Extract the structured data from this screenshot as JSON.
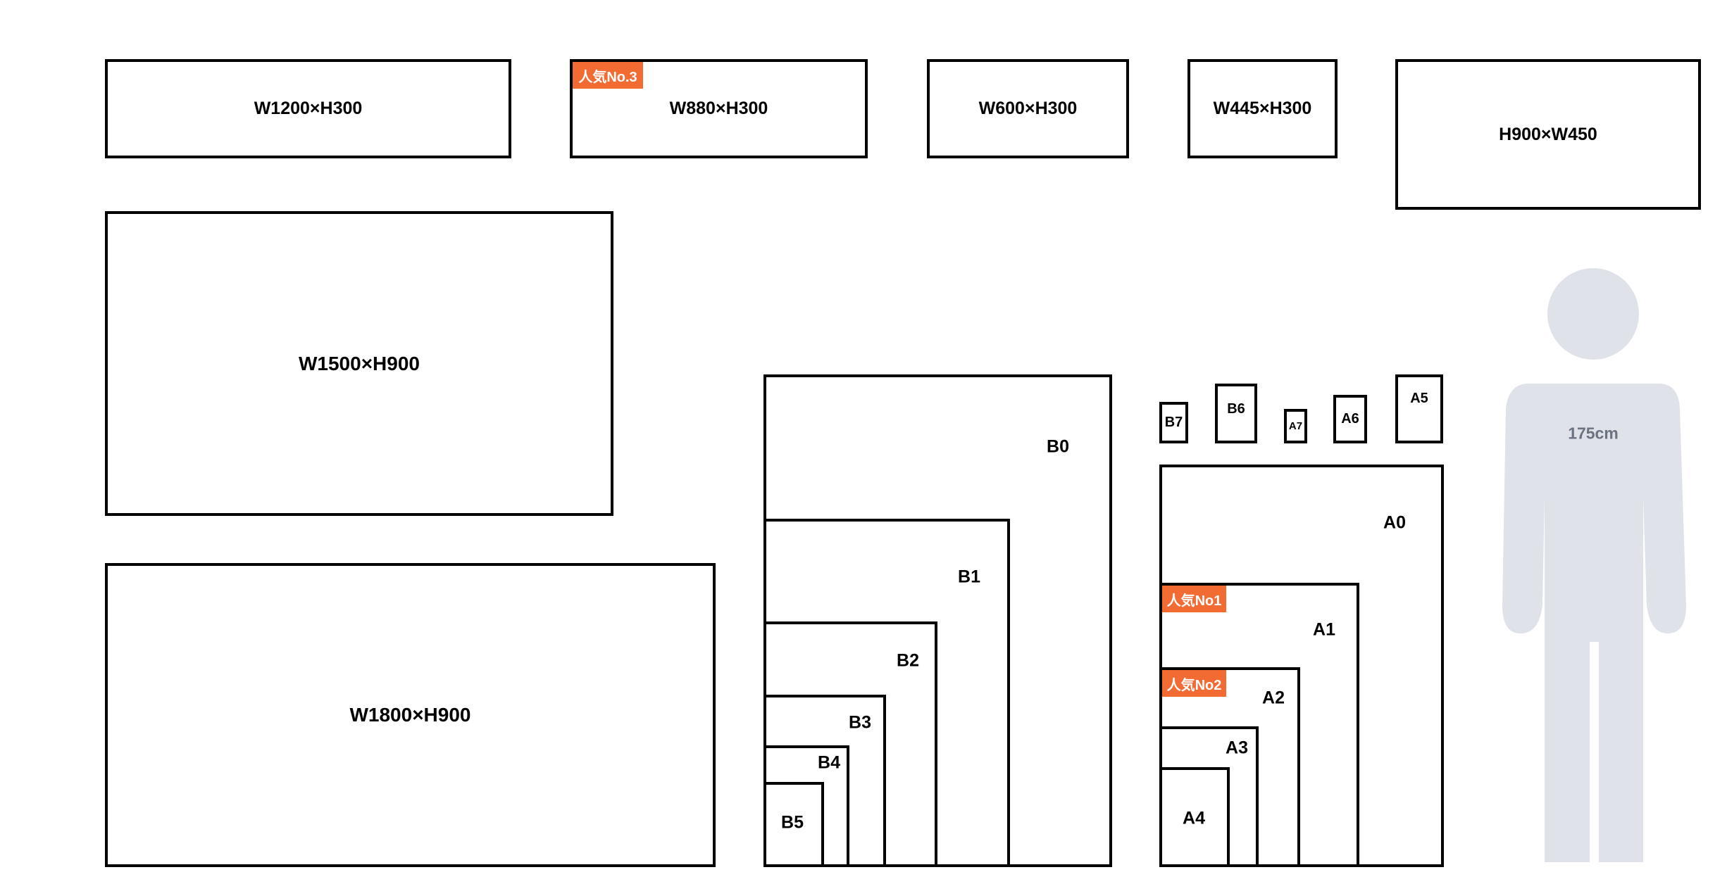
{
  "colors": {
    "badge": "#f26b32",
    "figure": "#dfe2e9",
    "figure_text": "#6b7280"
  },
  "frames": {
    "w1200": "W1200×H300",
    "w880": "W880×H300",
    "w600": "W600×H300",
    "w445": "W445×H300",
    "h900": "H900×W450",
    "w1500": "W1500×H900",
    "w1800": "W1800×H900"
  },
  "badges": {
    "no3": "人気No.3",
    "no1": "人気No1",
    "no2": "人気No2"
  },
  "b_series": [
    "B0",
    "B1",
    "B2",
    "B3",
    "B4",
    "B5",
    "B6",
    "B7"
  ],
  "a_series": [
    "A0",
    "A1",
    "A2",
    "A3",
    "A4",
    "A5",
    "A6",
    "A7"
  ],
  "person": {
    "height_label": "175cm"
  }
}
